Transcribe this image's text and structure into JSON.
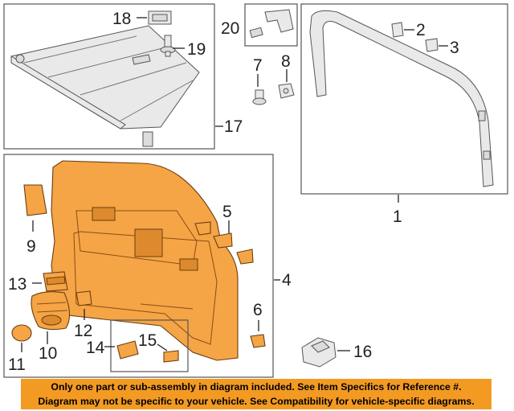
{
  "callouts": {
    "c1": "1",
    "c2": "2",
    "c3": "3",
    "c4": "4",
    "c5": "5",
    "c6": "6",
    "c7": "7",
    "c8": "8",
    "c9": "9",
    "c10": "10",
    "c11": "11",
    "c12": "12",
    "c13": "13",
    "c14": "14",
    "c15": "15",
    "c16": "16",
    "c17": "17",
    "c18": "18",
    "c19": "19",
    "c20": "20"
  },
  "notice": {
    "line1": "Only one part or sub-assembly in diagram included. See Item Specifics for Reference #.",
    "line2": "Diagram may not be specific to your vehicle. See Compatibility for vehicle-specific diagrams."
  },
  "colors": {
    "highlight_part": "#f5a545",
    "notice_banner": "#f39a23"
  }
}
